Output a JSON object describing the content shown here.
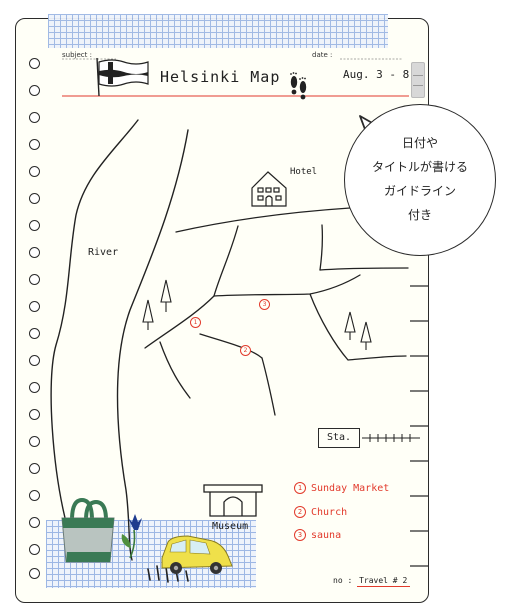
{
  "header": {
    "subject_label": "subject :",
    "date_label": "date :",
    "title": "Helsinki Map",
    "date_value": "Aug. 3 - 8"
  },
  "map": {
    "labels": {
      "hotel": "Hotel",
      "river": "River",
      "museum": "Museum",
      "station": "Sta."
    },
    "markers": [
      "1",
      "2",
      "3"
    ]
  },
  "points_of_interest": [
    {
      "num": "1",
      "name": "Sunday Market"
    },
    {
      "num": "2",
      "name": "Church"
    },
    {
      "num": "3",
      "name": "sauna"
    }
  ],
  "footer": {
    "no_label": "no :",
    "no_value": "Travel # 2"
  },
  "callout": {
    "lines": [
      "日付や",
      "タイトルが書ける",
      "ガイドライン",
      "付き"
    ]
  },
  "colors": {
    "accent_red": "#e23a2c",
    "grid_blue": "#9db7e4",
    "ink": "#2b2b2b"
  },
  "icons": [
    "finland-flag-icon",
    "footprints-icon",
    "hotel-icon",
    "tree-icon",
    "museum-icon",
    "tote-bag-icon",
    "tulip-icon",
    "car-icon"
  ]
}
